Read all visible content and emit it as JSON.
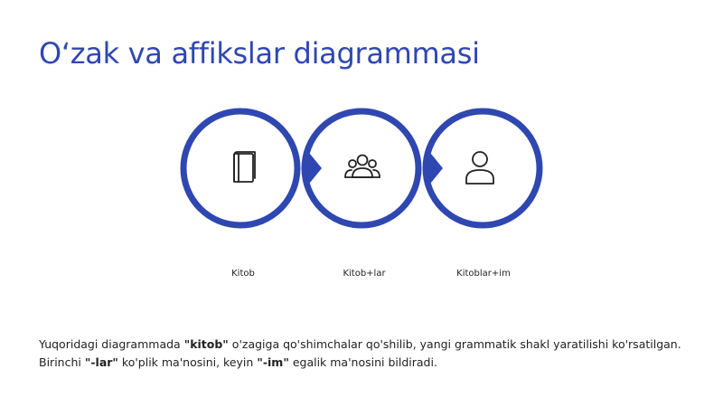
{
  "title": "O‘zak va affikslar diagrammasi",
  "diagram": {
    "accent_color": "#2f47b0",
    "nodes": [
      {
        "label": "Kitob",
        "icon": "book-icon"
      },
      {
        "label": "Kitob+lar",
        "icon": "users-group-icon"
      },
      {
        "label": "Kitoblar+im",
        "icon": "user-icon"
      }
    ]
  },
  "body": {
    "t1": "Yuqoridagi diagrammada ",
    "b1": "\"kitob\"",
    "t2": " o'zagiga qo'shimchalar qo'shilib, yangi grammatik shakl yaratilishi ko'rsatilgan. Birinchi ",
    "b2": "\"-lar\"",
    "t3": " ko'plik ma'nosini, keyin ",
    "b3": "\"-im\"",
    "t4": " egalik ma'nosini bildiradi."
  }
}
